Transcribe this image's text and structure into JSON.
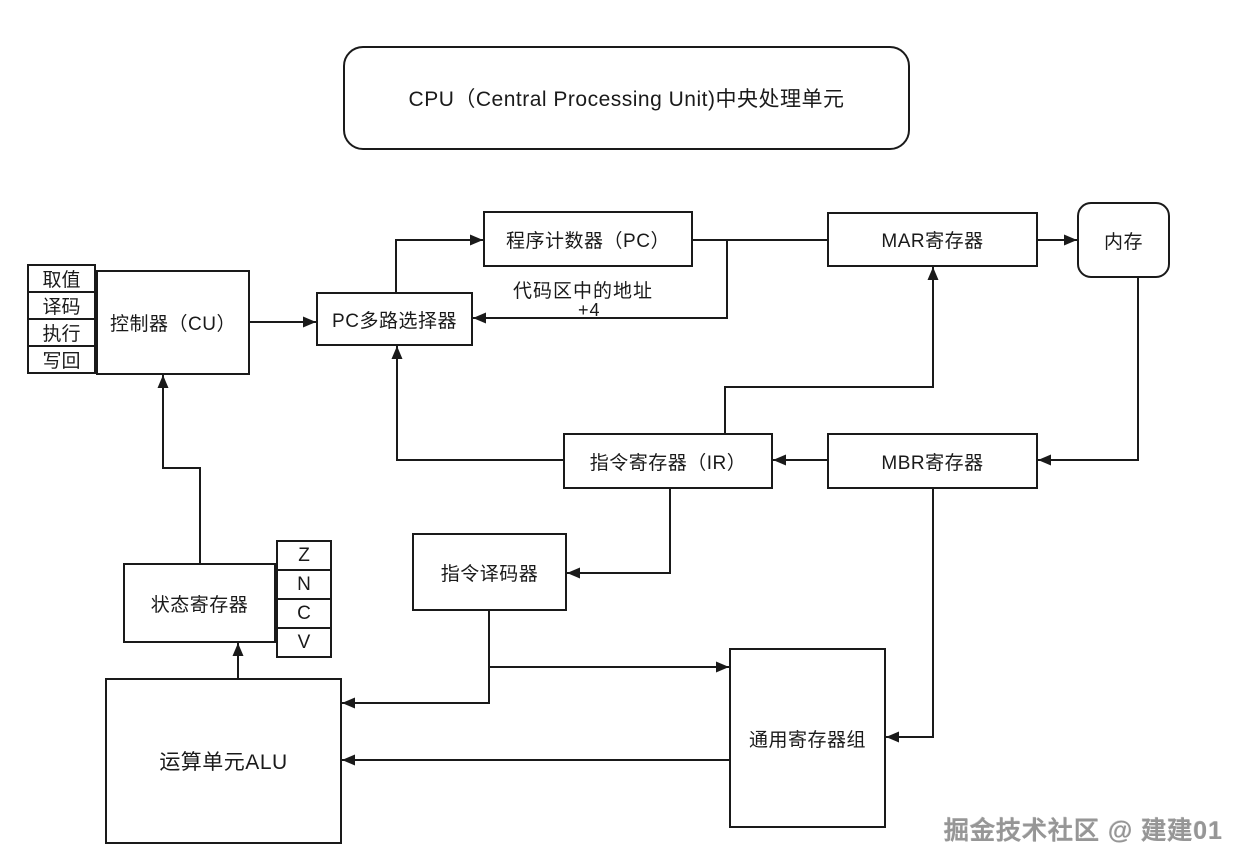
{
  "diagram": {
    "title": "CPU（Central Processing Unit)中央处理单元",
    "nodes": {
      "cu": "控制器（CU）",
      "pc_mux": "PC多路选择器",
      "pc": "程序计数器（PC）",
      "mar": "MAR寄存器",
      "memory": "内存",
      "ir": "指令寄存器（IR）",
      "mbr": "MBR寄存器",
      "decoder": "指令译码器",
      "status": "状态寄存器",
      "alu": "运算单元ALU",
      "regfile": "通用寄存器组"
    },
    "stages": [
      "取值",
      "译码",
      "执行",
      "写回"
    ],
    "flags": [
      "Z",
      "N",
      "C",
      "V"
    ],
    "annotations": {
      "pc_note": "代码区中的地址",
      "pc_inc": "+4"
    },
    "watermark": "掘金技术社区 @ 建建01",
    "colors": {
      "stroke": "#1a1a1a",
      "background": "#ffffff",
      "watermark": "#969696"
    }
  }
}
